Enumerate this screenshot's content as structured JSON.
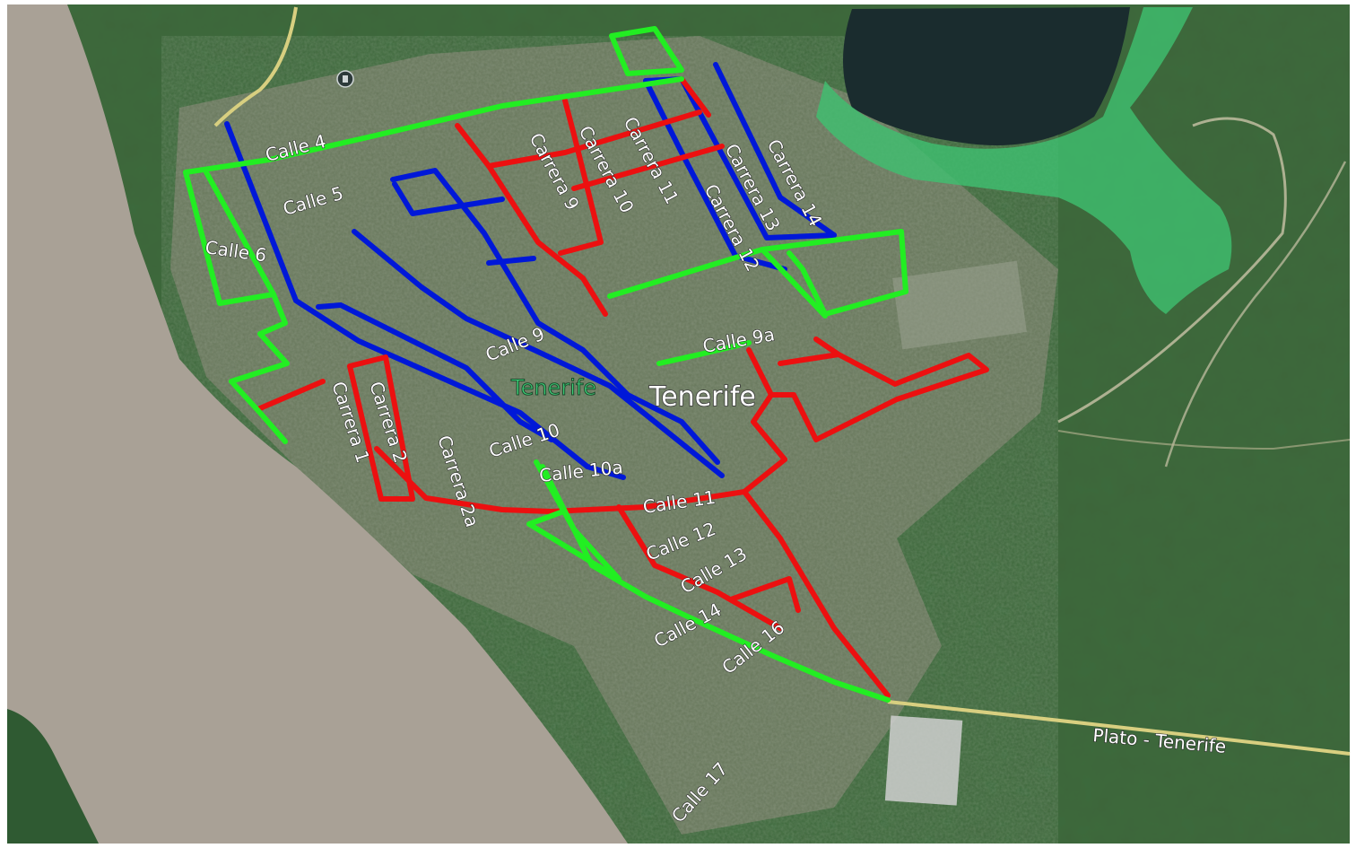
{
  "map": {
    "colors": {
      "water": "#a9a196",
      "water_dark": "#1a2c2e",
      "vegetation": "#3c6a3c",
      "vegetation_dark": "#274a2a",
      "town": "#6f7a62",
      "wetland": "#3fc070",
      "road_main": "#d8cf80",
      "route_blue": "#0018d8",
      "route_red": "#ec1010",
      "route_green": "#22ee22"
    },
    "town_label": "Tenerife",
    "town_label_green": "Tenerife",
    "road_label": "Plato - Tenerife",
    "street_labels": {
      "calle_4": "Calle 4",
      "calle_5": "Calle 5",
      "calle_6": "Calle 6",
      "calle_9": "Calle 9",
      "calle_9a": "Calle 9a",
      "calle_10": "Calle 10",
      "calle_10a": "Calle 10a",
      "calle_11": "Calle 11",
      "calle_12": "Calle 12",
      "calle_13": "Calle 13",
      "calle_14": "Calle 14",
      "calle_16": "Calle 16",
      "calle_17": "Calle 17",
      "carrera_1": "Carrera 1",
      "carrera_2": "Carrera 2",
      "carrera_2a": "Carrera 2a",
      "carrera_9": "Carrera 9",
      "carrera_10": "Carrera 10",
      "carrera_11": "Carrera 11",
      "carrera_12": "Carrera 12",
      "carrera_13": "Carrera 13",
      "carrera_14": "Carrera 14"
    }
  }
}
